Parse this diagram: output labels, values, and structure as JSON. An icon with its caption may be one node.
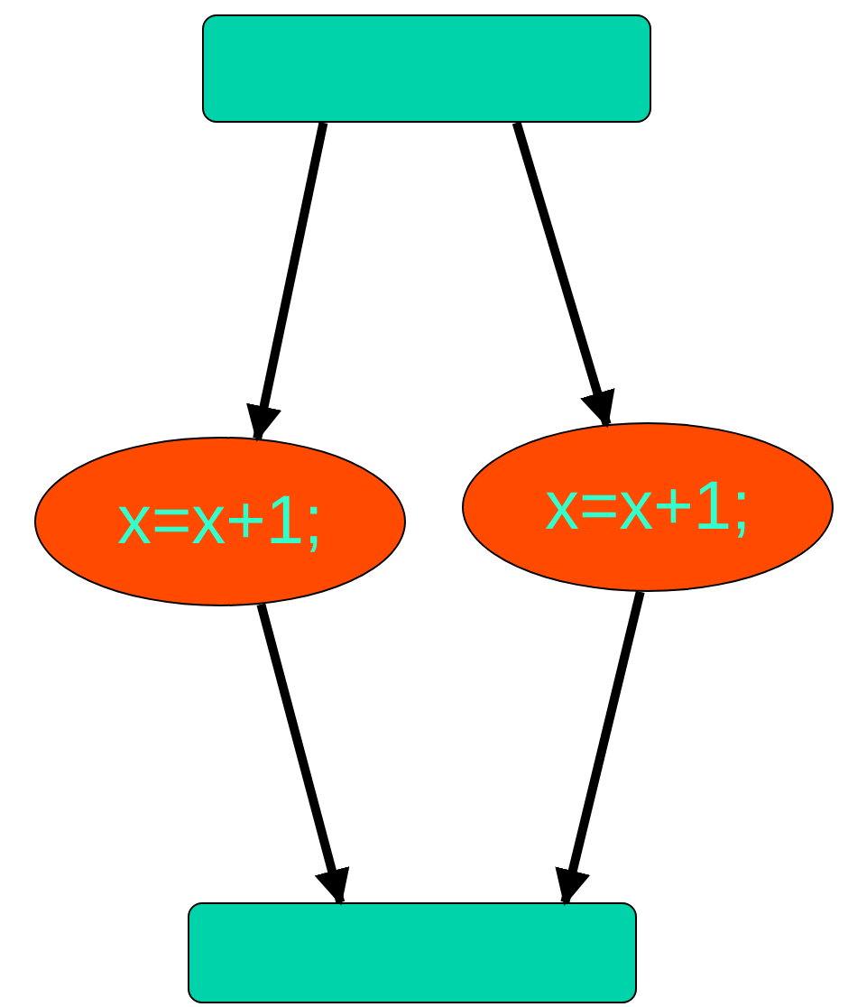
{
  "diagram": {
    "nodes": [
      {
        "text": [],
        "shape": "box"
      },
      {
        "text": [
          "x=x+1;"
        ]
      },
      {
        "text": [
          "x=x+1;"
        ]
      },
      {
        "text": [],
        "shape": "box"
      }
    ],
    "edges": [
      {
        "from": 0,
        "to": 1,
        "arrow": "to"
      },
      {
        "from": 0,
        "to": 2,
        "arrow": "to"
      },
      {
        "from": 1,
        "to": 3,
        "arrow": "to"
      },
      {
        "from": 2,
        "to": 3,
        "arrow": "to"
      }
    ]
  }
}
